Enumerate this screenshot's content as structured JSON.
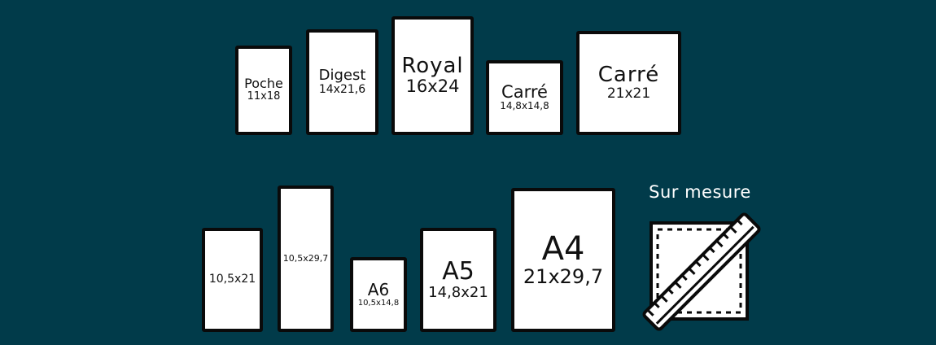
{
  "top_row": [
    {
      "name": "Poche",
      "dims": "11x18"
    },
    {
      "name": "Digest",
      "dims": "14x21,6"
    },
    {
      "name": "Royal",
      "dims": "16x24"
    },
    {
      "name": "Carré",
      "dims": "14,8x14,8"
    },
    {
      "name": "Carré",
      "dims": "21x21"
    }
  ],
  "bottom_row": [
    {
      "dims": "10,5x21"
    },
    {
      "dims": "10,5x29,7"
    },
    {
      "name": "A6",
      "dims": "10,5x14,8"
    },
    {
      "name": "A5",
      "dims": "14,8x21"
    },
    {
      "name": "A4",
      "dims": "21x29,7"
    }
  ],
  "custom": {
    "label": "Sur mesure",
    "icon": "ruler-square-icon"
  },
  "colors": {
    "background": "#013b4a",
    "card_fill": "#ffffff",
    "card_border": "#0a0a0a",
    "label_text": "#ffffff"
  }
}
